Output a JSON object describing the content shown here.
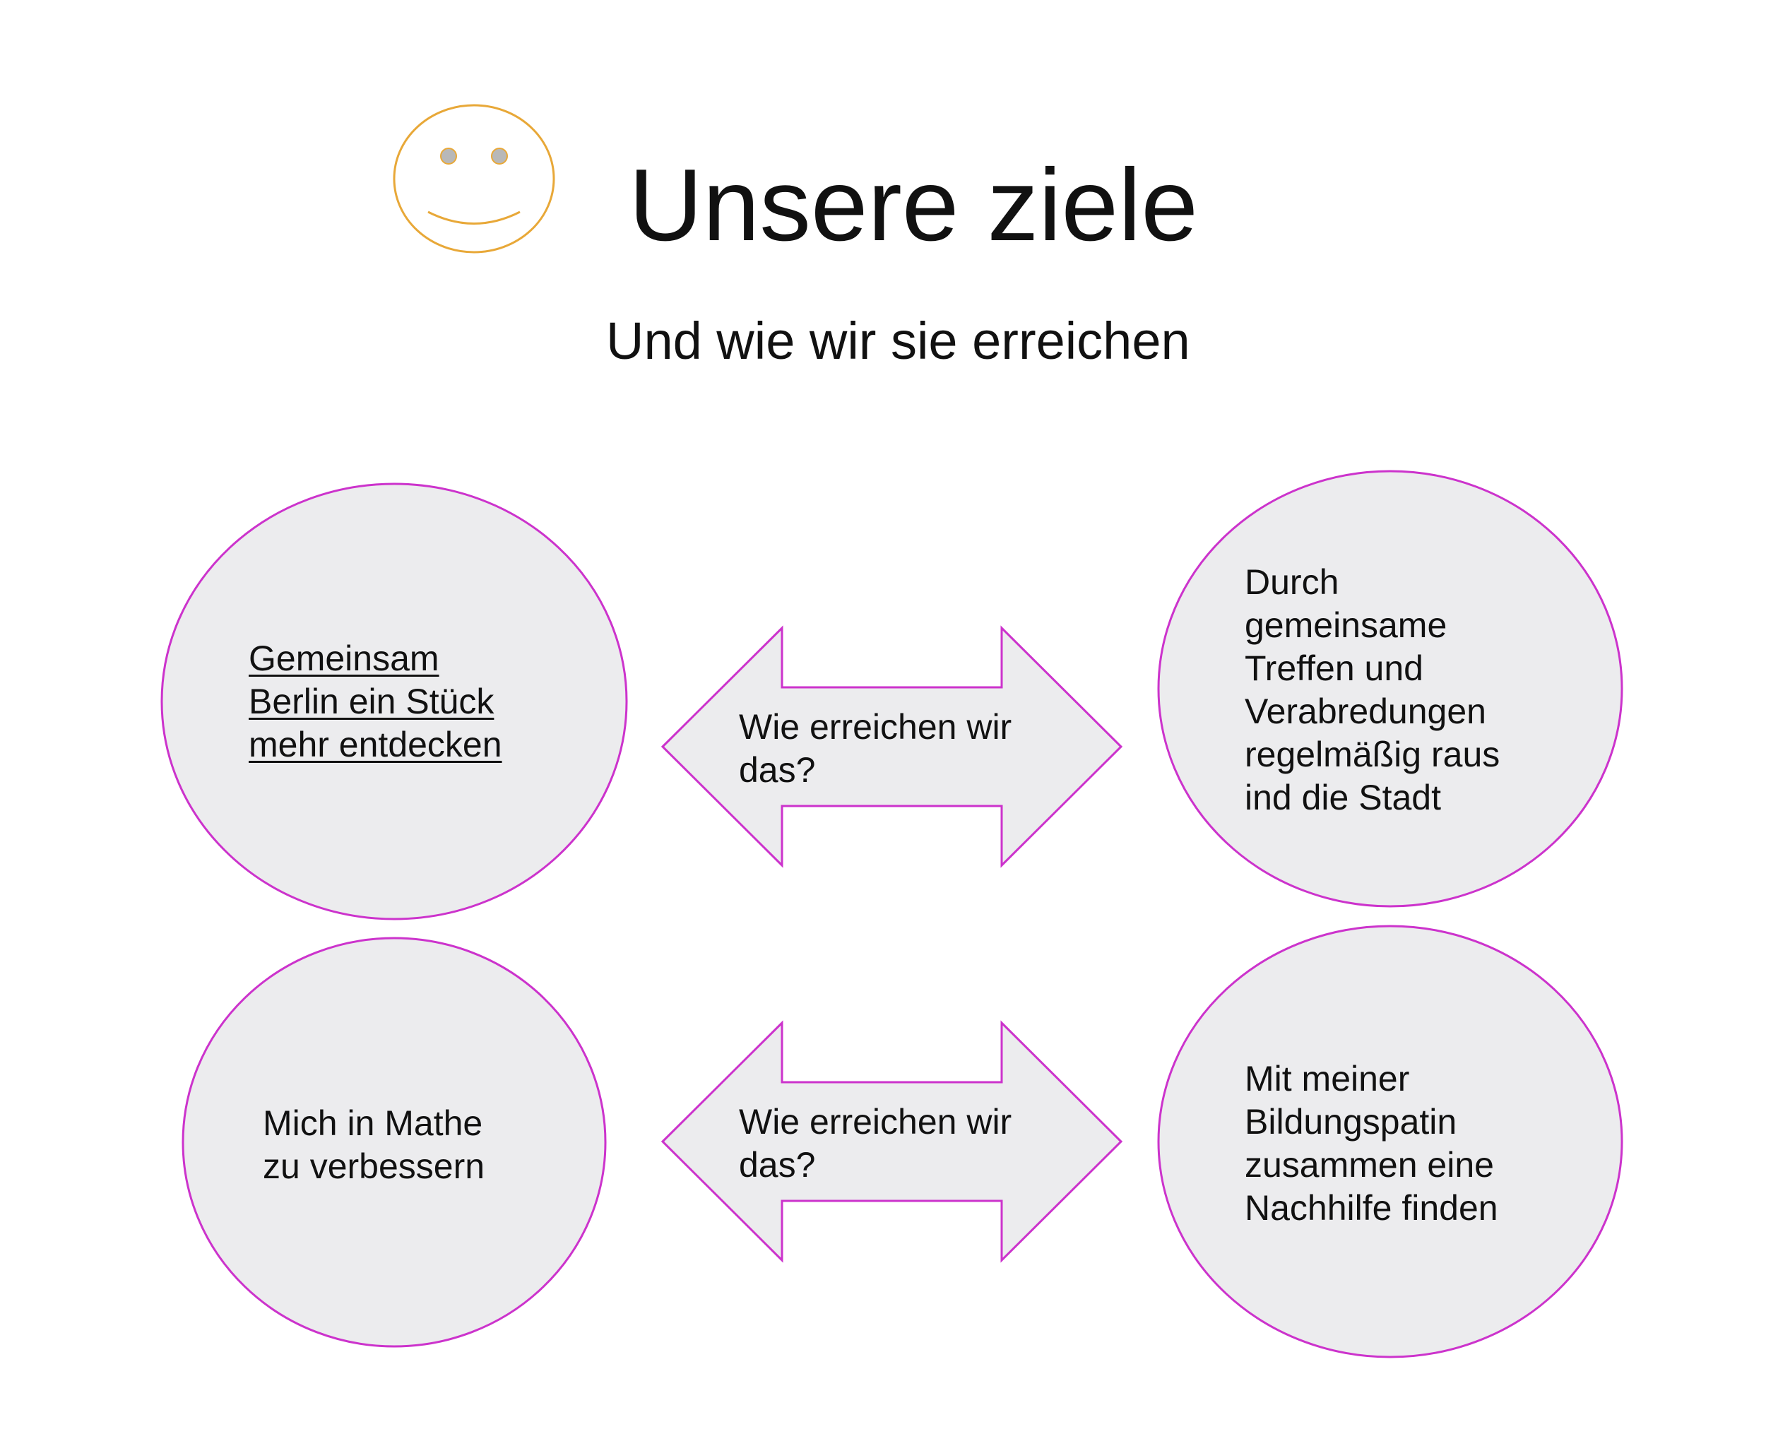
{
  "title": "Unsere ziele",
  "subtitle": "Und wie wir sie erreichen",
  "colors": {
    "outline": "#cc33cc",
    "fill": "#ececee",
    "smiley": "#e8a838",
    "eyes": "#b8b8b8",
    "text": "#111111"
  },
  "icons": {
    "smiley": "smiley-face-icon"
  },
  "rows": [
    {
      "goal": [
        "Gemeinsam",
        "Berlin ein Stück",
        "mehr entdecken"
      ],
      "question": [
        "Wie erreichen wir",
        "das?"
      ],
      "answer": [
        "Durch",
        "gemeinsame",
        "Treffen und",
        "Verabredungen",
        "regelmäßig raus",
        "ind die Stadt"
      ]
    },
    {
      "goal": [
        "Mich in Mathe",
        "zu verbessern"
      ],
      "question": [
        "Wie erreichen wir",
        "das?"
      ],
      "answer": [
        "Mit meiner",
        "Bildungspatin",
        "zusammen eine",
        "Nachhilfe finden"
      ]
    }
  ]
}
